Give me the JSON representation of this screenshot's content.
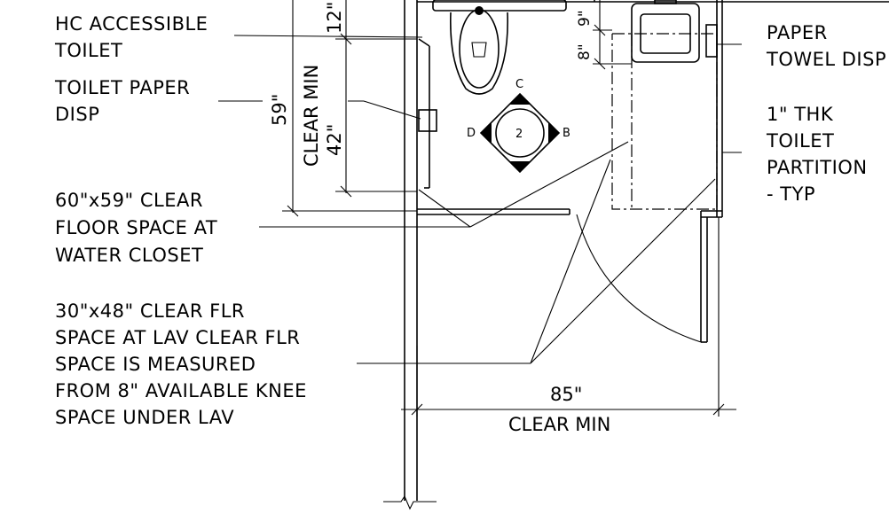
{
  "notes": {
    "hc_toilet": [
      "HC ACCESSIBLE",
      "TOILET"
    ],
    "tp_disp": [
      "TOILET PAPER",
      "DISP"
    ],
    "clear_floor_wc": [
      "60\"x59\" CLEAR",
      "FLOOR SPACE AT",
      "WATER CLOSET"
    ],
    "clear_floor_lav": [
      "30\"x48\" CLEAR FLR",
      "SPACE AT LAV CLEAR FLR",
      "SPACE IS MEASURED",
      "FROM 8\" AVAILABLE KNEE",
      "SPACE UNDER LAV"
    ],
    "paper_towel": [
      "PAPER",
      "TOWEL DISP"
    ],
    "partition": [
      "1\" THK",
      "TOILET",
      "PARTITION",
      "- TYP"
    ]
  },
  "dimensions": {
    "vertical_clear": "CLEAR MIN",
    "vertical_total": "59\"",
    "toilet_offset": "12\"",
    "grab_bar": "42\"",
    "lav_top": "9\"",
    "lav_knee": "8\"",
    "horizontal_value": "85\"",
    "horizontal_label": "CLEAR MIN"
  },
  "turning_space": {
    "center": "2",
    "top": "C",
    "right": "B",
    "left": "D"
  }
}
